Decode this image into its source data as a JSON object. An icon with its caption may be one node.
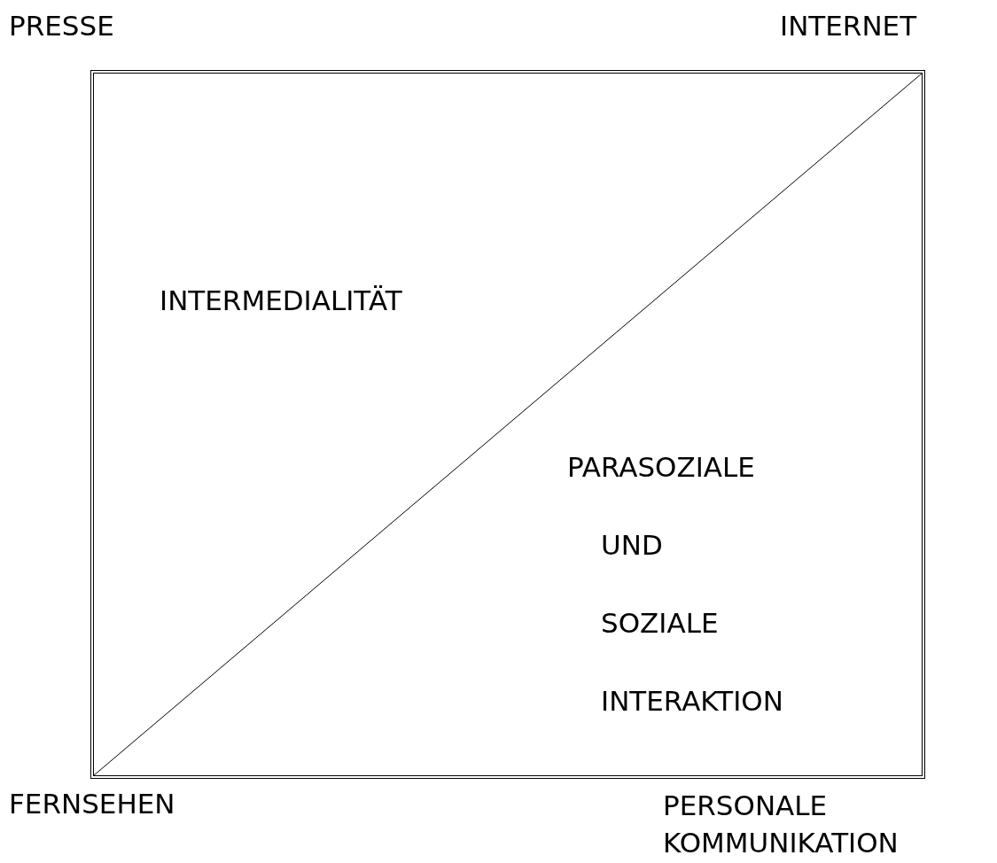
{
  "diagram": {
    "nodes": [
      {
        "text": [
          "INTERMEDIALITÄT",
          "PARASOZIALE UND SOZIALE INTERAKTION"
        ]
      }
    ],
    "labels": [
      "PRESSE",
      "INTERNET",
      "FERNSEHEN",
      "PERSONALE KOMMUNIKATION"
    ]
  }
}
